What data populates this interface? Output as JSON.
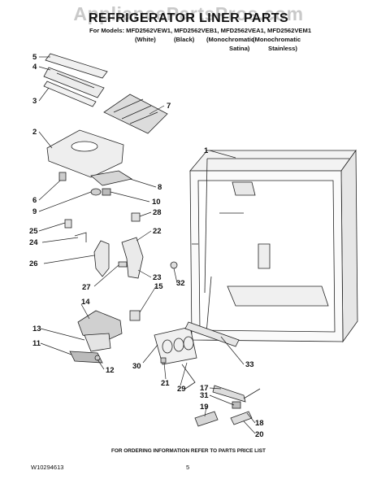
{
  "watermark": "AppliancePartsPros.com",
  "title": "REFRIGERATOR LINER PARTS",
  "models_line": "For Models: MFD2562VEW1, MFD2562VEB1, MFD2562VEA1, MFD2562VEM1",
  "variants_line1": [
    "(White)",
    "(Black)",
    "(Monochromatic",
    "(Monochromatic"
  ],
  "variants_line2": [
    "Satina)",
    "Stainless)"
  ],
  "callouts": [
    "1",
    "2",
    "3",
    "4",
    "5",
    "6",
    "7",
    "8",
    "9",
    "10",
    "11",
    "12",
    "13",
    "14",
    "15",
    "17",
    "18",
    "19",
    "20",
    "21",
    "22",
    "23",
    "24",
    "25",
    "26",
    "27",
    "28",
    "29",
    "30",
    "31",
    "32",
    "33"
  ],
  "footer_note": "FOR ORDERING INFORMATION REFER TO PARTS PRICE LIST",
  "doc_id": "W10294613",
  "page_number": "5"
}
